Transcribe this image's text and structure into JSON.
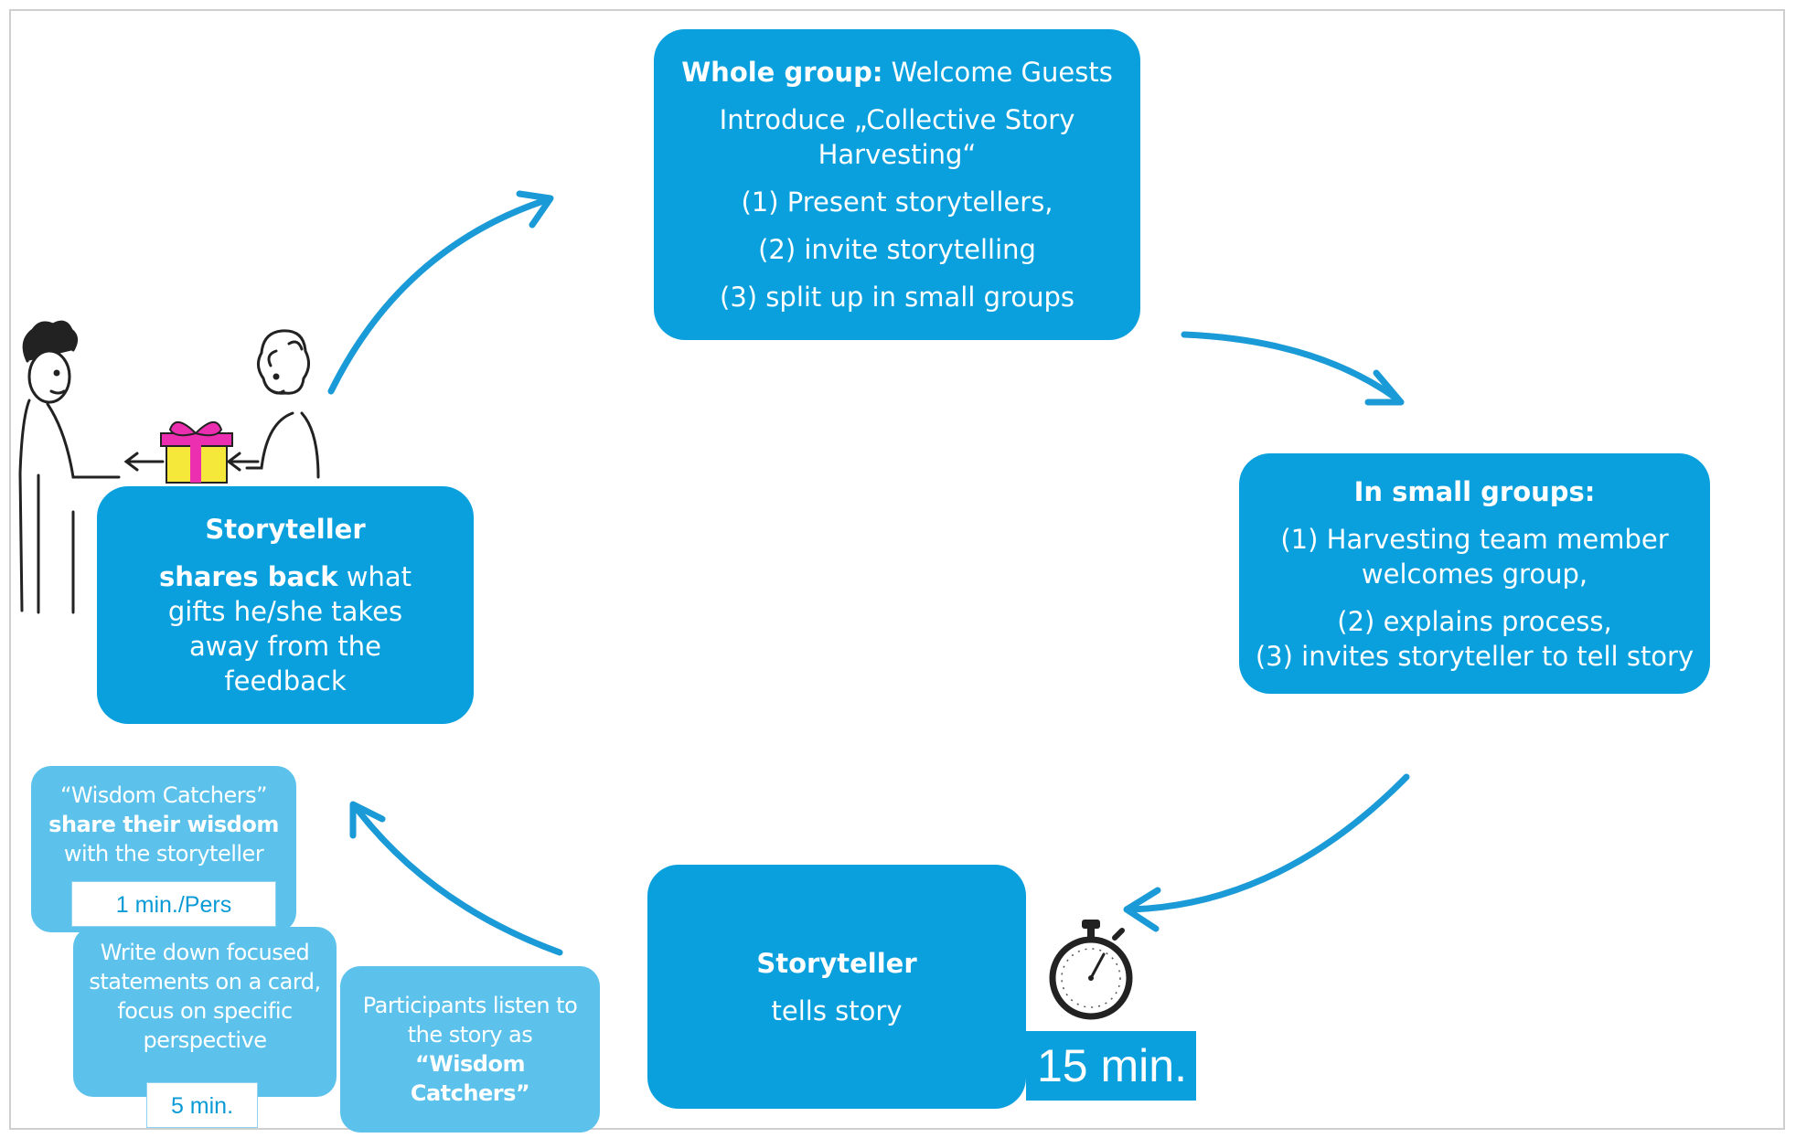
{
  "colors": {
    "primary": "#0aa0dd",
    "light": "#5cc2ec",
    "arrow": "#1a9ad6"
  },
  "top_box": {
    "line1_bold": "Whole group:",
    "line1_rest": " Welcome Guests",
    "line2": "Introduce „Collective Story Harvesting“",
    "line3": "(1) Present storytellers,",
    "line4": "(2) invite storytelling",
    "line5": "(3) split up in small groups"
  },
  "right_box": {
    "title": "In small groups:",
    "line1": "(1) Harvesting team member welcomes group,",
    "line2": "(2) explains process,",
    "line3": "(3) invites storyteller to tell story"
  },
  "bottom_box": {
    "title": "Storyteller",
    "text": "tells  story"
  },
  "timer": {
    "icon": "stopwatch-icon",
    "label": "15 min."
  },
  "left_box": {
    "title": "Storyteller",
    "text_bold": "shares back",
    "text_rest": " what gifts he/she takes away from the feedback"
  },
  "listen_box": {
    "text": "Participants listen to the story as",
    "bold": "“Wisdom Catchers”"
  },
  "write_box": {
    "text": "Write down focused statements on a card, focus on specific perspective",
    "time": "5 min."
  },
  "wisdom_box": {
    "line1": "“Wisdom Catchers”",
    "line2_bold": "share their wisdom",
    "line3": "with the storyteller",
    "time": "1 min./Pers"
  },
  "illustration": {
    "icon": "gift-exchange-icon"
  }
}
